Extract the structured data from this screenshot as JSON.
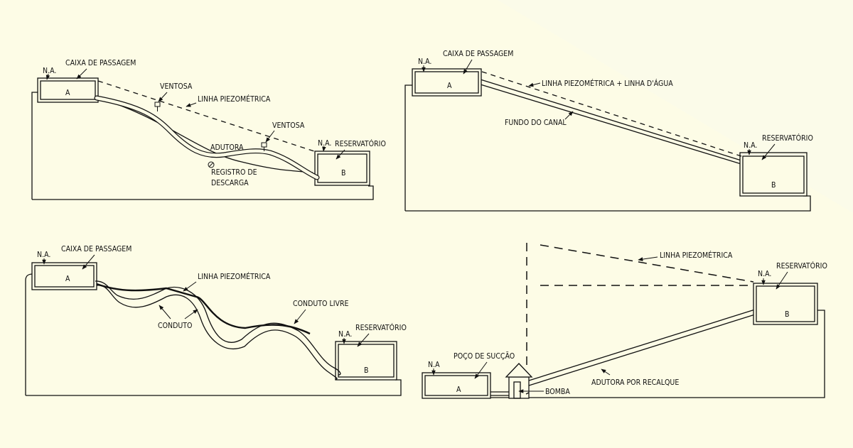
{
  "colors": {
    "background": "#fdfce6",
    "line": "#111111"
  },
  "panel_gravity": {
    "na_left": "N.A.",
    "caixa": "CAIXA DE PASSAGEM",
    "box_a": "A",
    "ventosa_1": "VENTOSA",
    "linha": "LINHA PIEZOMÉTRICA",
    "ventosa_2": "VENTOSA",
    "adutora": "ADUTORA",
    "registro_1": "REGISTRO DE",
    "registro_2": "DESCARGA",
    "na_right": "N.A.",
    "reservatorio": "RESERVATÓRIO",
    "box_b": "B"
  },
  "panel_canal": {
    "na_left": "N.A.",
    "caixa": "CAIXA DE PASSAGEM",
    "box_a": "A",
    "linha": "LINHA PIEZOMÉTRICA + LINHA D'ÁGUA",
    "fundo": "FUNDO DO CANAL",
    "na_right": "N.A.",
    "reservatorio": "RESERVATÓRIO",
    "box_b": "B"
  },
  "panel_conduto": {
    "na_left": "N.A.",
    "caixa": "CAIXA DE PASSAGEM",
    "box_a": "A",
    "linha": "LINHA PIEZOMÉTRICA",
    "conduto": "CONDUTO",
    "conduto_livre": "CONDUTO LIVRE",
    "na_right": "N.A.",
    "reservatorio": "RESERVATÓRIO",
    "box_b": "B"
  },
  "panel_recalque": {
    "linha": "LINHA PIEZOMÉTRICA",
    "na_right": "N.A.",
    "reservatorio": "RESERVATÓRIO",
    "box_b": "B",
    "poco": "POÇO DE SUCÇÃO",
    "na_left": "N.A",
    "box_a": "A",
    "bomba": "BOMBA",
    "adutora": "ADUTORA POR RECALQUE"
  }
}
